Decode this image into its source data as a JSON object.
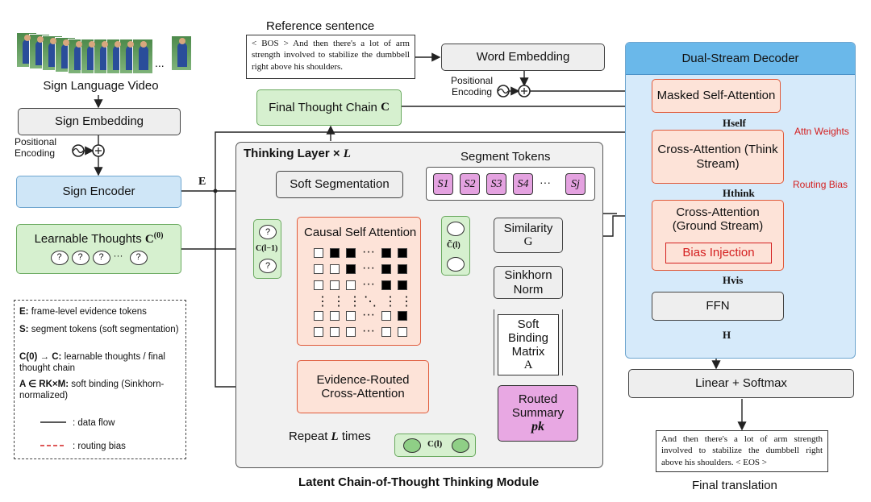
{
  "left": {
    "video_label": "Sign Language Video",
    "ellipsis": "...",
    "sign_embedding": "Sign Embedding",
    "positional_encoding": "Positional Encoding",
    "sign_encoder": "Sign Encoder",
    "learnable_thoughts": "Learnable Thoughts",
    "learnable_thoughts_symbol": "C",
    "learnable_thoughts_sup": "(0)",
    "e_label": "E"
  },
  "legend": {
    "items": [
      {
        "key": "E:",
        "text": "frame-level evidence tokens"
      },
      {
        "key": "S:",
        "text": "segment tokens (soft segmentation)"
      },
      {
        "key": "C(0) → C:",
        "text": "learnable thoughts / final thought chain"
      },
      {
        "key": "A ∈ RK×M:",
        "text": "soft binding (Sinkhorn-normalized)"
      },
      {
        "key": "",
        "text": ": data flow"
      },
      {
        "key": "",
        "text": ": routing bias"
      }
    ]
  },
  "top": {
    "reference_label": "Reference sentence",
    "reference_text": "< BOS > And then there's a lot of arm strength involved to stabilize the dumbbell right above his shoulders.",
    "word_embedding": "Word Embedding",
    "positional_encoding": "Positional Encoding",
    "final_thought_chain": "Final Thought Chain",
    "final_thought_chain_symbol": "C"
  },
  "module": {
    "thinking_layer": "Thinking Layer ×",
    "thinking_layer_symbol": "L",
    "segment_tokens_label": "Segment Tokens",
    "soft_segmentation": "Soft Segmentation",
    "tokens": [
      "S1",
      "S2",
      "S3",
      "S4",
      "Sj"
    ],
    "causal_self_attention": "Causal Self Attention",
    "c_prev": "C(l−1)",
    "c_tilde": "C̃(l)",
    "similarity": "Similarity",
    "similarity_symbol": "G",
    "sinkhorn": "Sinkhorn Norm",
    "soft_binding": "Soft Binding Matrix",
    "soft_binding_symbol": "A",
    "evidence_routed": "Evidence-Routed Cross-Attention",
    "routed_summary": "Routed Summary",
    "routed_summary_symbol": "pk",
    "repeat": "Repeat",
    "repeat_symbol": "L",
    "repeat_suffix": "times",
    "c_l": "C(l)",
    "caption": "Latent Chain-of-Thought Thinking Module"
  },
  "decoder": {
    "title": "Dual-Stream Decoder",
    "masked_self_attention": "Masked Self-Attention",
    "h_self": "Hself",
    "cross_think": "Cross-Attention (Think Stream)",
    "attn_weights": "Attn Weights",
    "h_think": "Hthink",
    "routing_bias": "Routing Bias",
    "cross_ground": "Cross-Attention (Ground Stream)",
    "bias_injection": "Bias Injection",
    "h_vis": "Hvis",
    "ffn": "FFN",
    "h": "H",
    "linear_softmax": "Linear + Softmax",
    "final_text": "And then there's a lot of arm strength involved to stabilize the dumbbell right above his shoulders. < EOS >",
    "final_label": "Final translation"
  },
  "colors": {
    "green": "#d6f0cf",
    "blue": "#cfe6f7",
    "salmon": "#fde3d8",
    "pink": "#e8a8e3",
    "red_dashed": "#d42020"
  }
}
